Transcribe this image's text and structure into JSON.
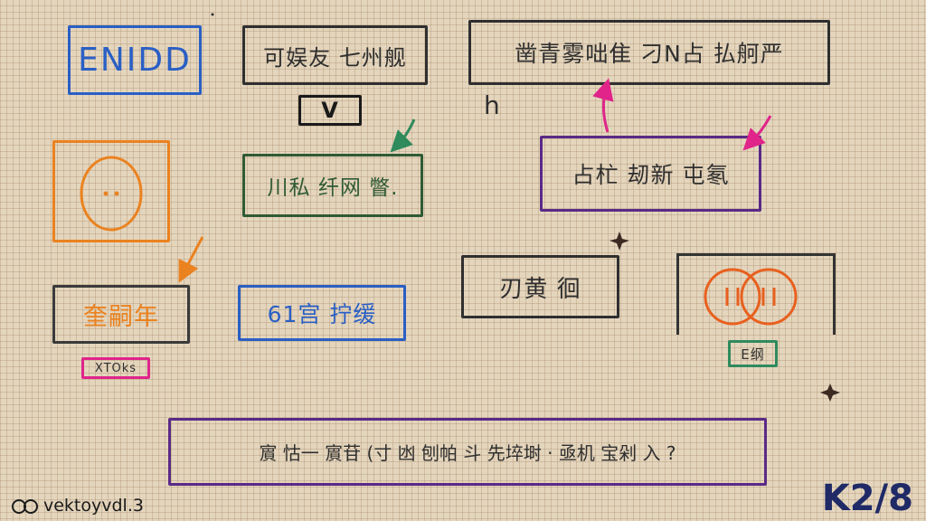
{
  "colors": {
    "blue": "#2a5fc4",
    "dark": "#2f2f2f",
    "orange": "#ea8220",
    "green": "#2f5a34",
    "purple": "#5a2a86",
    "magenta": "#e0248a",
    "teal_green": "#2f8a5c",
    "navy": "#1f2a66"
  },
  "nodes": {
    "title_box": "ENIDD",
    "header_box": "可娱友 七州舰",
    "v_box": "V",
    "top_right_box": "凿青雾咄隹 刁N占 払舸严",
    "h_mark": "h",
    "green_box": "川私 纤网 瞥.",
    "face_label": "奎嗣年",
    "purple_mid_box": "占杧 刼新 屯氡",
    "blue_mid_box": "61宫 拧缓",
    "small_pink_box": "XTOks",
    "center_box": "刃黄 徊",
    "circles_label": "E纲",
    "bottom_box": "賔 怙一 賔苷 (寸 凼 刨帕 斗 先埣埘 · 亟机 宝剁 入 ?"
  },
  "footer": {
    "watermark": "vektoyvdl.3",
    "page_indicator": "K2/8"
  }
}
